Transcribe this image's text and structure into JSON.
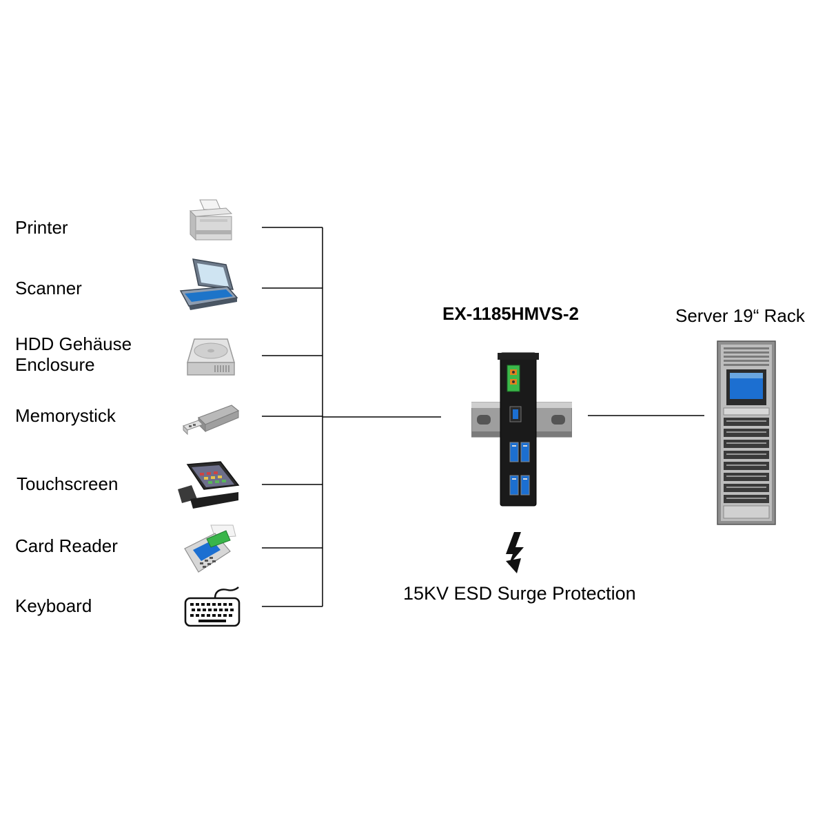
{
  "devices": [
    {
      "label": "Printer",
      "icon": "printer-icon"
    },
    {
      "label": "Scanner",
      "icon": "scanner-icon"
    },
    {
      "label": "HDD Gehäuse",
      "label2": "Enclosure",
      "icon": "hdd-icon"
    },
    {
      "label": "Memorystick",
      "icon": "usb-stick-icon"
    },
    {
      "label": "Touchscreen",
      "icon": "touchscreen-icon"
    },
    {
      "label": "Card Reader",
      "icon": "card-reader-icon"
    },
    {
      "label": "Keyboard",
      "icon": "keyboard-icon"
    }
  ],
  "hub": {
    "model": "EX-1185HMVS-2",
    "icon": "usb-hub-icon"
  },
  "protection": {
    "caption": "15KV ESD Surge Protection",
    "icon": "lightning-icon"
  },
  "server": {
    "label": "Server 19“ Rack",
    "icon": "server-rack-icon"
  },
  "colors": {
    "line": "#000000",
    "usb_blue": "#1c6fd1",
    "terminal_green": "#3bb84a",
    "terminal_orange": "#e0821e"
  }
}
